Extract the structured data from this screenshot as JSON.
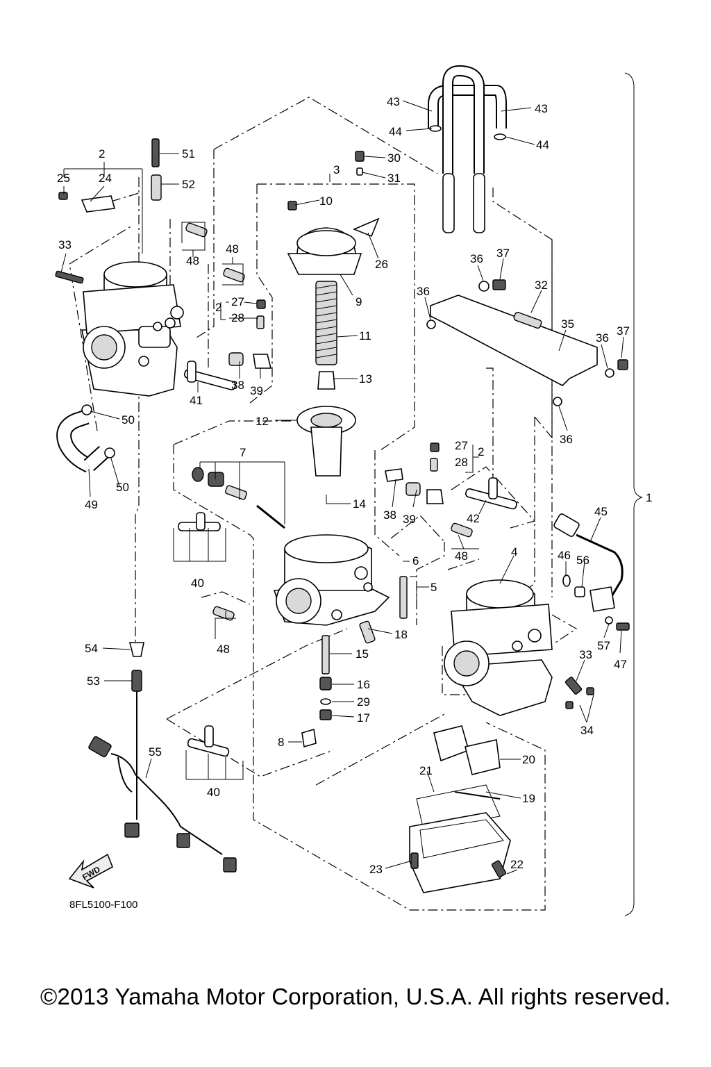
{
  "diagram": {
    "code": "8FL5100-F100",
    "fwd_label": "FWD",
    "copyright": "©2013 Yamaha Motor Corporation, U.S.A. All rights reserved.",
    "callouts": [
      {
        "id": "c2a",
        "label": "2"
      },
      {
        "id": "c24",
        "label": "24"
      },
      {
        "id": "c25",
        "label": "25"
      },
      {
        "id": "c51",
        "label": "51"
      },
      {
        "id": "c52",
        "label": "52"
      },
      {
        "id": "c33a",
        "label": "33"
      },
      {
        "id": "c48a",
        "label": "48"
      },
      {
        "id": "c48b",
        "label": "48"
      },
      {
        "id": "c2b",
        "label": "2"
      },
      {
        "id": "c27a",
        "label": "27"
      },
      {
        "id": "c28a",
        "label": "28"
      },
      {
        "id": "c38a",
        "label": "38"
      },
      {
        "id": "c39a",
        "label": "39"
      },
      {
        "id": "c41",
        "label": "41"
      },
      {
        "id": "c50a",
        "label": "50"
      },
      {
        "id": "c50b",
        "label": "50"
      },
      {
        "id": "c49",
        "label": "49"
      },
      {
        "id": "c3",
        "label": "3"
      },
      {
        "id": "c30",
        "label": "30"
      },
      {
        "id": "c31",
        "label": "31"
      },
      {
        "id": "c10",
        "label": "10"
      },
      {
        "id": "c26",
        "label": "26"
      },
      {
        "id": "c9",
        "label": "9"
      },
      {
        "id": "c11",
        "label": "11"
      },
      {
        "id": "c13",
        "label": "13"
      },
      {
        "id": "c12",
        "label": "12"
      },
      {
        "id": "c7",
        "label": "7"
      },
      {
        "id": "c14",
        "label": "14"
      },
      {
        "id": "c40a",
        "label": "40"
      },
      {
        "id": "c48c",
        "label": "48"
      },
      {
        "id": "c54",
        "label": "54"
      },
      {
        "id": "c53",
        "label": "53"
      },
      {
        "id": "c55",
        "label": "55"
      },
      {
        "id": "c40b",
        "label": "40"
      },
      {
        "id": "c43a",
        "label": "43"
      },
      {
        "id": "c43b",
        "label": "43"
      },
      {
        "id": "c44a",
        "label": "44"
      },
      {
        "id": "c44b",
        "label": "44"
      },
      {
        "id": "c36a",
        "label": "36"
      },
      {
        "id": "c37a",
        "label": "37"
      },
      {
        "id": "c36b",
        "label": "36"
      },
      {
        "id": "c32",
        "label": "32"
      },
      {
        "id": "c35",
        "label": "35"
      },
      {
        "id": "c36c",
        "label": "36"
      },
      {
        "id": "c37b",
        "label": "37"
      },
      {
        "id": "c36d",
        "label": "36"
      },
      {
        "id": "c27b",
        "label": "27"
      },
      {
        "id": "c28b",
        "label": "28"
      },
      {
        "id": "c2c",
        "label": "2"
      },
      {
        "id": "c38b",
        "label": "38"
      },
      {
        "id": "c39b",
        "label": "39"
      },
      {
        "id": "c42",
        "label": "42"
      },
      {
        "id": "c48d",
        "label": "48"
      },
      {
        "id": "c6",
        "label": "6"
      },
      {
        "id": "c5",
        "label": "5"
      },
      {
        "id": "c18",
        "label": "18"
      },
      {
        "id": "c15",
        "label": "15"
      },
      {
        "id": "c16",
        "label": "16"
      },
      {
        "id": "c29",
        "label": "29"
      },
      {
        "id": "c17",
        "label": "17"
      },
      {
        "id": "c8",
        "label": "8"
      },
      {
        "id": "c20",
        "label": "20"
      },
      {
        "id": "c21",
        "label": "21"
      },
      {
        "id": "c19",
        "label": "19"
      },
      {
        "id": "c23",
        "label": "23"
      },
      {
        "id": "c22",
        "label": "22"
      },
      {
        "id": "c4",
        "label": "4"
      },
      {
        "id": "c45",
        "label": "45"
      },
      {
        "id": "c46",
        "label": "46"
      },
      {
        "id": "c56",
        "label": "56"
      },
      {
        "id": "c57",
        "label": "57"
      },
      {
        "id": "c47",
        "label": "47"
      },
      {
        "id": "c33b",
        "label": "33"
      },
      {
        "id": "c34",
        "label": "34"
      },
      {
        "id": "c1",
        "label": "1"
      }
    ]
  }
}
